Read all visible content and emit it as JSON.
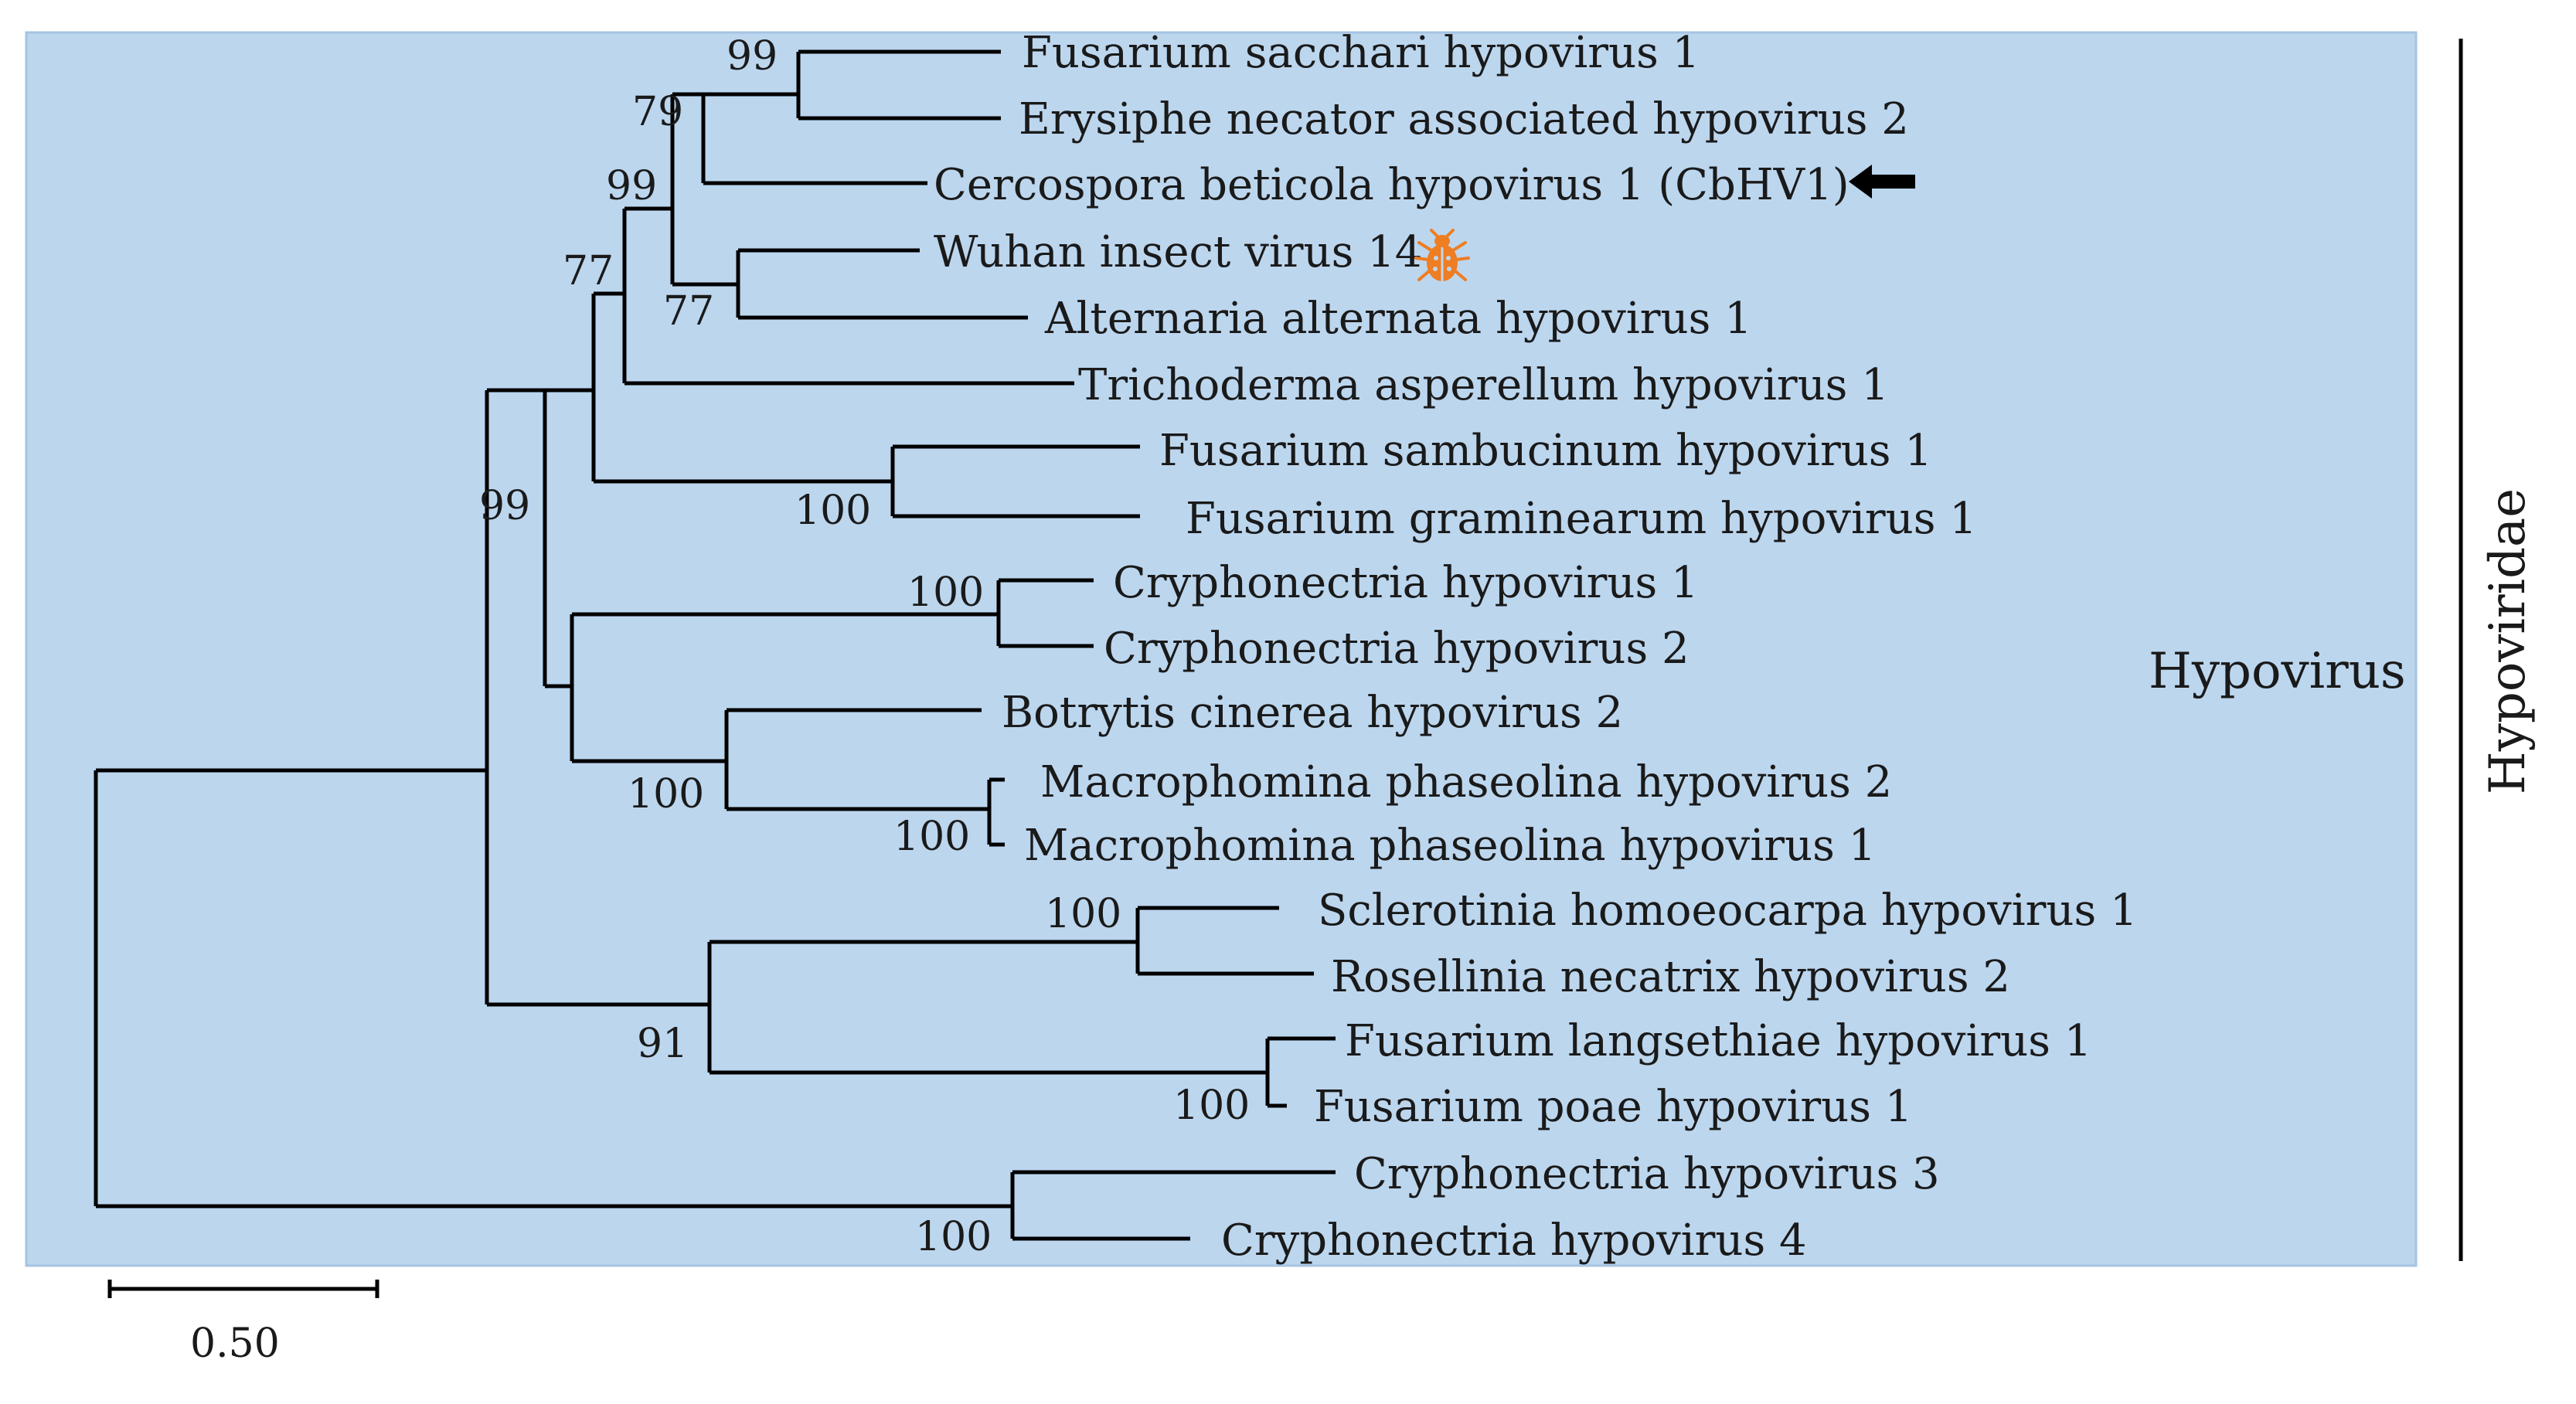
{
  "colors": {
    "background_panel": "#bcd6ee",
    "panel_border": "#a6c4e2",
    "branch": "#000000",
    "insect_icon": "#ef7d22",
    "arrow": "#000000"
  },
  "taxa": {
    "t1": "Fusarium sacchari hypovirus 1",
    "t2": "Erysiphe necator associated hypovirus 2",
    "t3": "Cercospora beticola hypovirus 1 (CbHV1)",
    "t4": "Wuhan insect virus 14",
    "t5": "Alternaria alternata hypovirus 1",
    "t6": "Trichoderma asperellum hypovirus 1",
    "t7": "Fusarium sambucinum hypovirus 1",
    "t8": "Fusarium graminearum hypovirus 1",
    "t9": "Cryphonectria hypovirus 1",
    "t10": "Cryphonectria hypovirus 2",
    "t11": "Botrytis cinerea hypovirus 2",
    "t12": "Macrophomina phaseolina hypovirus 2",
    "t13": "Macrophomina phaseolina hypovirus 1",
    "t14": "Sclerotinia homoeocarpa hypovirus 1",
    "t15": "Rosellinia necatrix hypovirus 2",
    "t16": "Fusarium langsethiae hypovirus 1",
    "t17": "Fusarium poae hypovirus 1",
    "t18": "Cryphonectria hypovirus 3",
    "t19": "Cryphonectria hypovirus 4"
  },
  "bootstrap": {
    "n_sacchari_erysiphe": "99",
    "n_with_cbhv1": "79",
    "n_with_wuhan_clade": "99",
    "n_wuhan_alternaria": "77",
    "n_with_trichoderma": "77",
    "n_hypovirus_core": "99",
    "n_sambucinum_graminearum": "100",
    "n_chv1_chv2": "100",
    "n_botrytis_macrophomina": "100",
    "n_macrophomina": "100",
    "n_sclerotinia_rosellinia": "100",
    "n_lower_clade": "91",
    "n_langsethiae_poae": "100",
    "n_chv3_chv4": "100"
  },
  "labels": {
    "genus": "Hypovirus",
    "family": "Hypoviridae",
    "scale": "0.50"
  },
  "markers": {
    "query_arrow_icon": "left-arrow-icon",
    "insect_host_icon": "beetle-icon"
  }
}
